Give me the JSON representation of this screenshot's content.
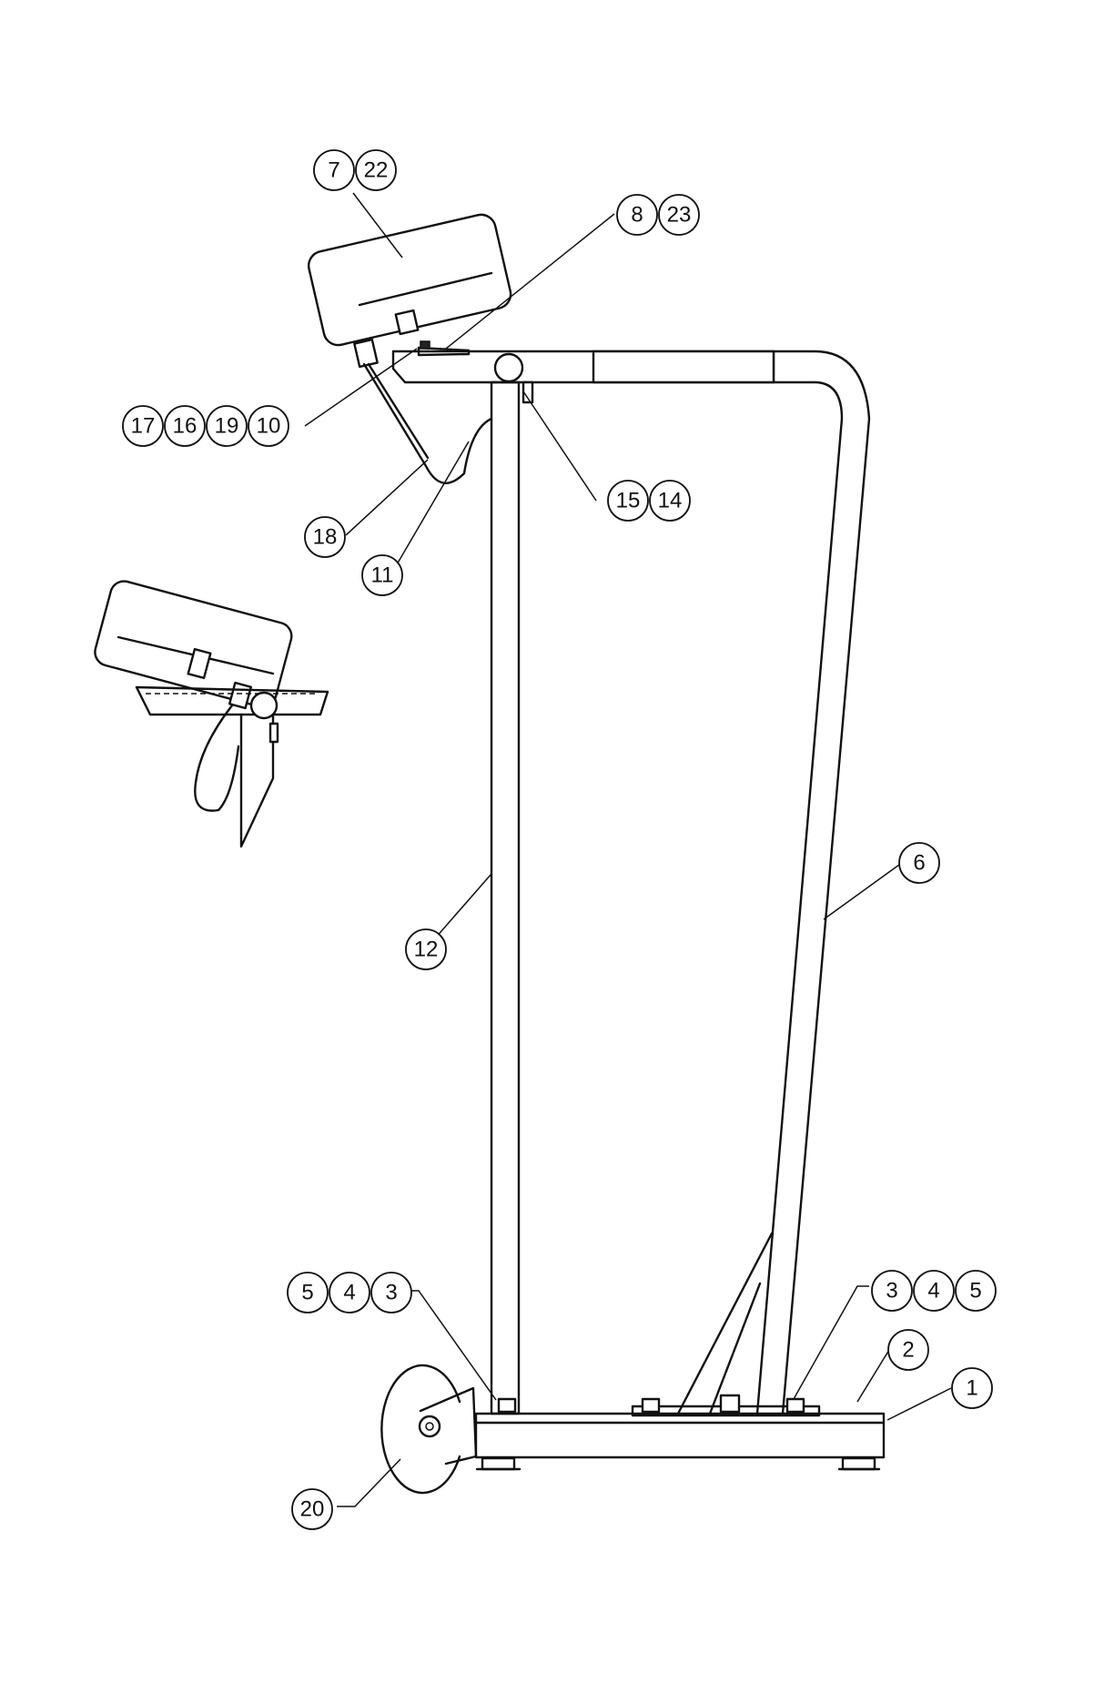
{
  "diagram": {
    "callouts": [
      {
        "id": "c-7-22",
        "labels": [
          "7",
          "22"
        ]
      },
      {
        "id": "c-8-23",
        "labels": [
          "8",
          "23"
        ]
      },
      {
        "id": "c-17-16-19-10",
        "labels": [
          "17",
          "16",
          "19",
          "10"
        ]
      },
      {
        "id": "c-15-14",
        "labels": [
          "15",
          "14"
        ]
      },
      {
        "id": "c-18",
        "labels": [
          "18"
        ]
      },
      {
        "id": "c-11",
        "labels": [
          "11"
        ]
      },
      {
        "id": "c-6",
        "labels": [
          "6"
        ]
      },
      {
        "id": "c-12",
        "labels": [
          "12"
        ]
      },
      {
        "id": "c-5-4-3",
        "labels": [
          "5",
          "4",
          "3"
        ]
      },
      {
        "id": "c-3-4-5",
        "labels": [
          "3",
          "4",
          "5"
        ]
      },
      {
        "id": "c-2",
        "labels": [
          "2"
        ]
      },
      {
        "id": "c-1",
        "labels": [
          "1"
        ]
      },
      {
        "id": "c-20",
        "labels": [
          "20"
        ]
      }
    ]
  }
}
